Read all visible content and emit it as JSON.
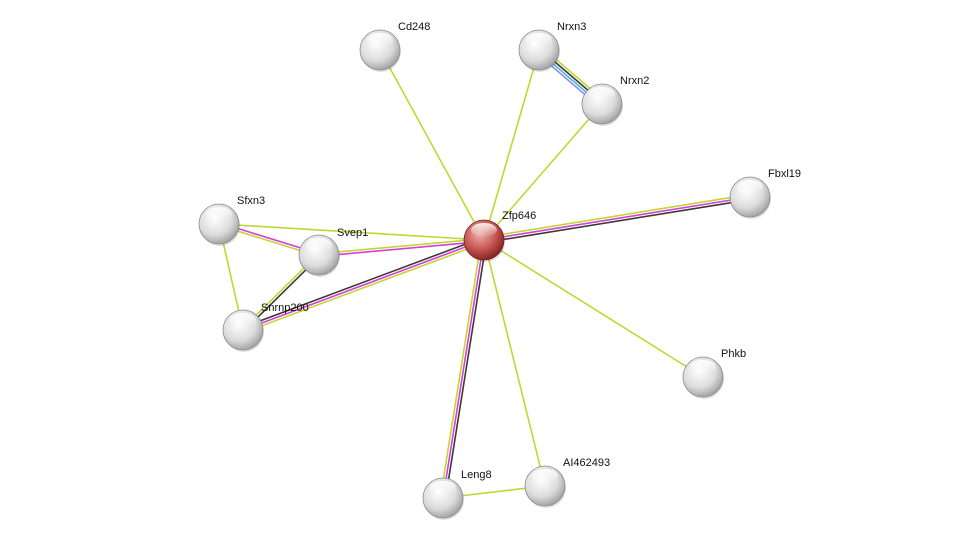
{
  "colors": {
    "textmining": "#c2d633",
    "experiments": "#d63fd6",
    "coexpression": "#3a3a3a",
    "database": "#4ab6dc",
    "homology": "#8f8ff0",
    "node_default": "#d8d8d8",
    "node_query": "#c0504d"
  },
  "nodes": [
    {
      "id": "Zfp646",
      "label": "Zfp646",
      "query": true
    },
    {
      "id": "Cd248",
      "label": "Cd248"
    },
    {
      "id": "Nrxn3",
      "label": "Nrxn3"
    },
    {
      "id": "Nrxn2",
      "label": "Nrxn2"
    },
    {
      "id": "Fbxl19",
      "label": "Fbxl19"
    },
    {
      "id": "Sfxn3",
      "label": "Sfxn3"
    },
    {
      "id": "Svep1",
      "label": "Svep1"
    },
    {
      "id": "Snrnp200",
      "label": "Snrnp200"
    },
    {
      "id": "Phkb",
      "label": "Phkb"
    },
    {
      "id": "Leng8",
      "label": "Leng8"
    },
    {
      "id": "AI462493",
      "label": "AI462493"
    }
  ],
  "edges": [
    {
      "a": "Zfp646",
      "b": "Cd248",
      "types": [
        "textmining"
      ]
    },
    {
      "a": "Zfp646",
      "b": "Nrxn3",
      "types": [
        "textmining"
      ]
    },
    {
      "a": "Zfp646",
      "b": "Nrxn2",
      "types": [
        "textmining"
      ]
    },
    {
      "a": "Zfp646",
      "b": "Fbxl19",
      "types": [
        "textmining",
        "experiments",
        "coexpression"
      ]
    },
    {
      "a": "Zfp646",
      "b": "Svep1",
      "types": [
        "experiments",
        "textmining"
      ]
    },
    {
      "a": "Zfp646",
      "b": "Sfxn3",
      "types": [
        "textmining"
      ]
    },
    {
      "a": "Zfp646",
      "b": "Snrnp200",
      "types": [
        "textmining",
        "experiments",
        "coexpression"
      ]
    },
    {
      "a": "Zfp646",
      "b": "Leng8",
      "types": [
        "coexpression",
        "experiments",
        "textmining"
      ]
    },
    {
      "a": "Zfp646",
      "b": "AI462493",
      "types": [
        "textmining"
      ]
    },
    {
      "a": "Zfp646",
      "b": "Phkb",
      "types": [
        "textmining"
      ]
    },
    {
      "a": "Sfxn3",
      "b": "Svep1",
      "types": [
        "experiments",
        "textmining"
      ]
    },
    {
      "a": "Sfxn3",
      "b": "Snrnp200",
      "types": [
        "textmining"
      ]
    },
    {
      "a": "Svep1",
      "b": "Snrnp200",
      "types": [
        "coexpression",
        "textmining"
      ]
    },
    {
      "a": "Nrxn3",
      "b": "Nrxn2",
      "types": [
        "textmining",
        "coexpression",
        "database",
        "homology"
      ]
    },
    {
      "a": "Leng8",
      "b": "AI462493",
      "types": [
        "textmining"
      ]
    }
  ]
}
